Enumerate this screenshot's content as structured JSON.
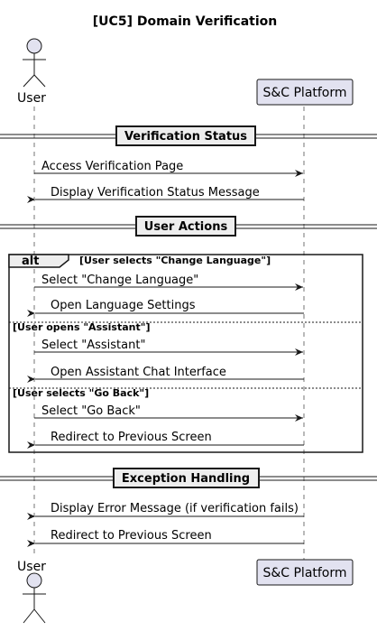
{
  "title": "[UC5] Domain Verification",
  "participants": {
    "user": {
      "label": "User",
      "kind": "actor"
    },
    "platform": {
      "label": "S&C Platform",
      "kind": "participant"
    }
  },
  "colors": {
    "participant_fill": "#e2e2f0",
    "participant_border": "#181818",
    "divider_fill": "#eeeeee",
    "line": "#181818",
    "background": "#ffffff"
  },
  "dividers": {
    "verification_status": "Verification Status",
    "user_actions": "User Actions",
    "exception_handling": "Exception Handling"
  },
  "messages": {
    "m1": "Access Verification Page",
    "m2": "Display Verification Status Message",
    "m3": "Select \"Change Language\"",
    "m4": "Open Language Settings",
    "m5": "Select \"Assistant\"",
    "m6": "Open Assistant Chat Interface",
    "m7": "Select \"Go Back\"",
    "m8": "Redirect to Previous Screen",
    "m9": "Display Error Message (if verification fails)",
    "m10": "Redirect to Previous Screen"
  },
  "alt_frame": {
    "operator": "alt",
    "guard1": "[User selects \"Change Language\"]",
    "guard2": "[User opens \"Assistant\"]",
    "guard3": "[User selects \"Go Back\"]"
  }
}
